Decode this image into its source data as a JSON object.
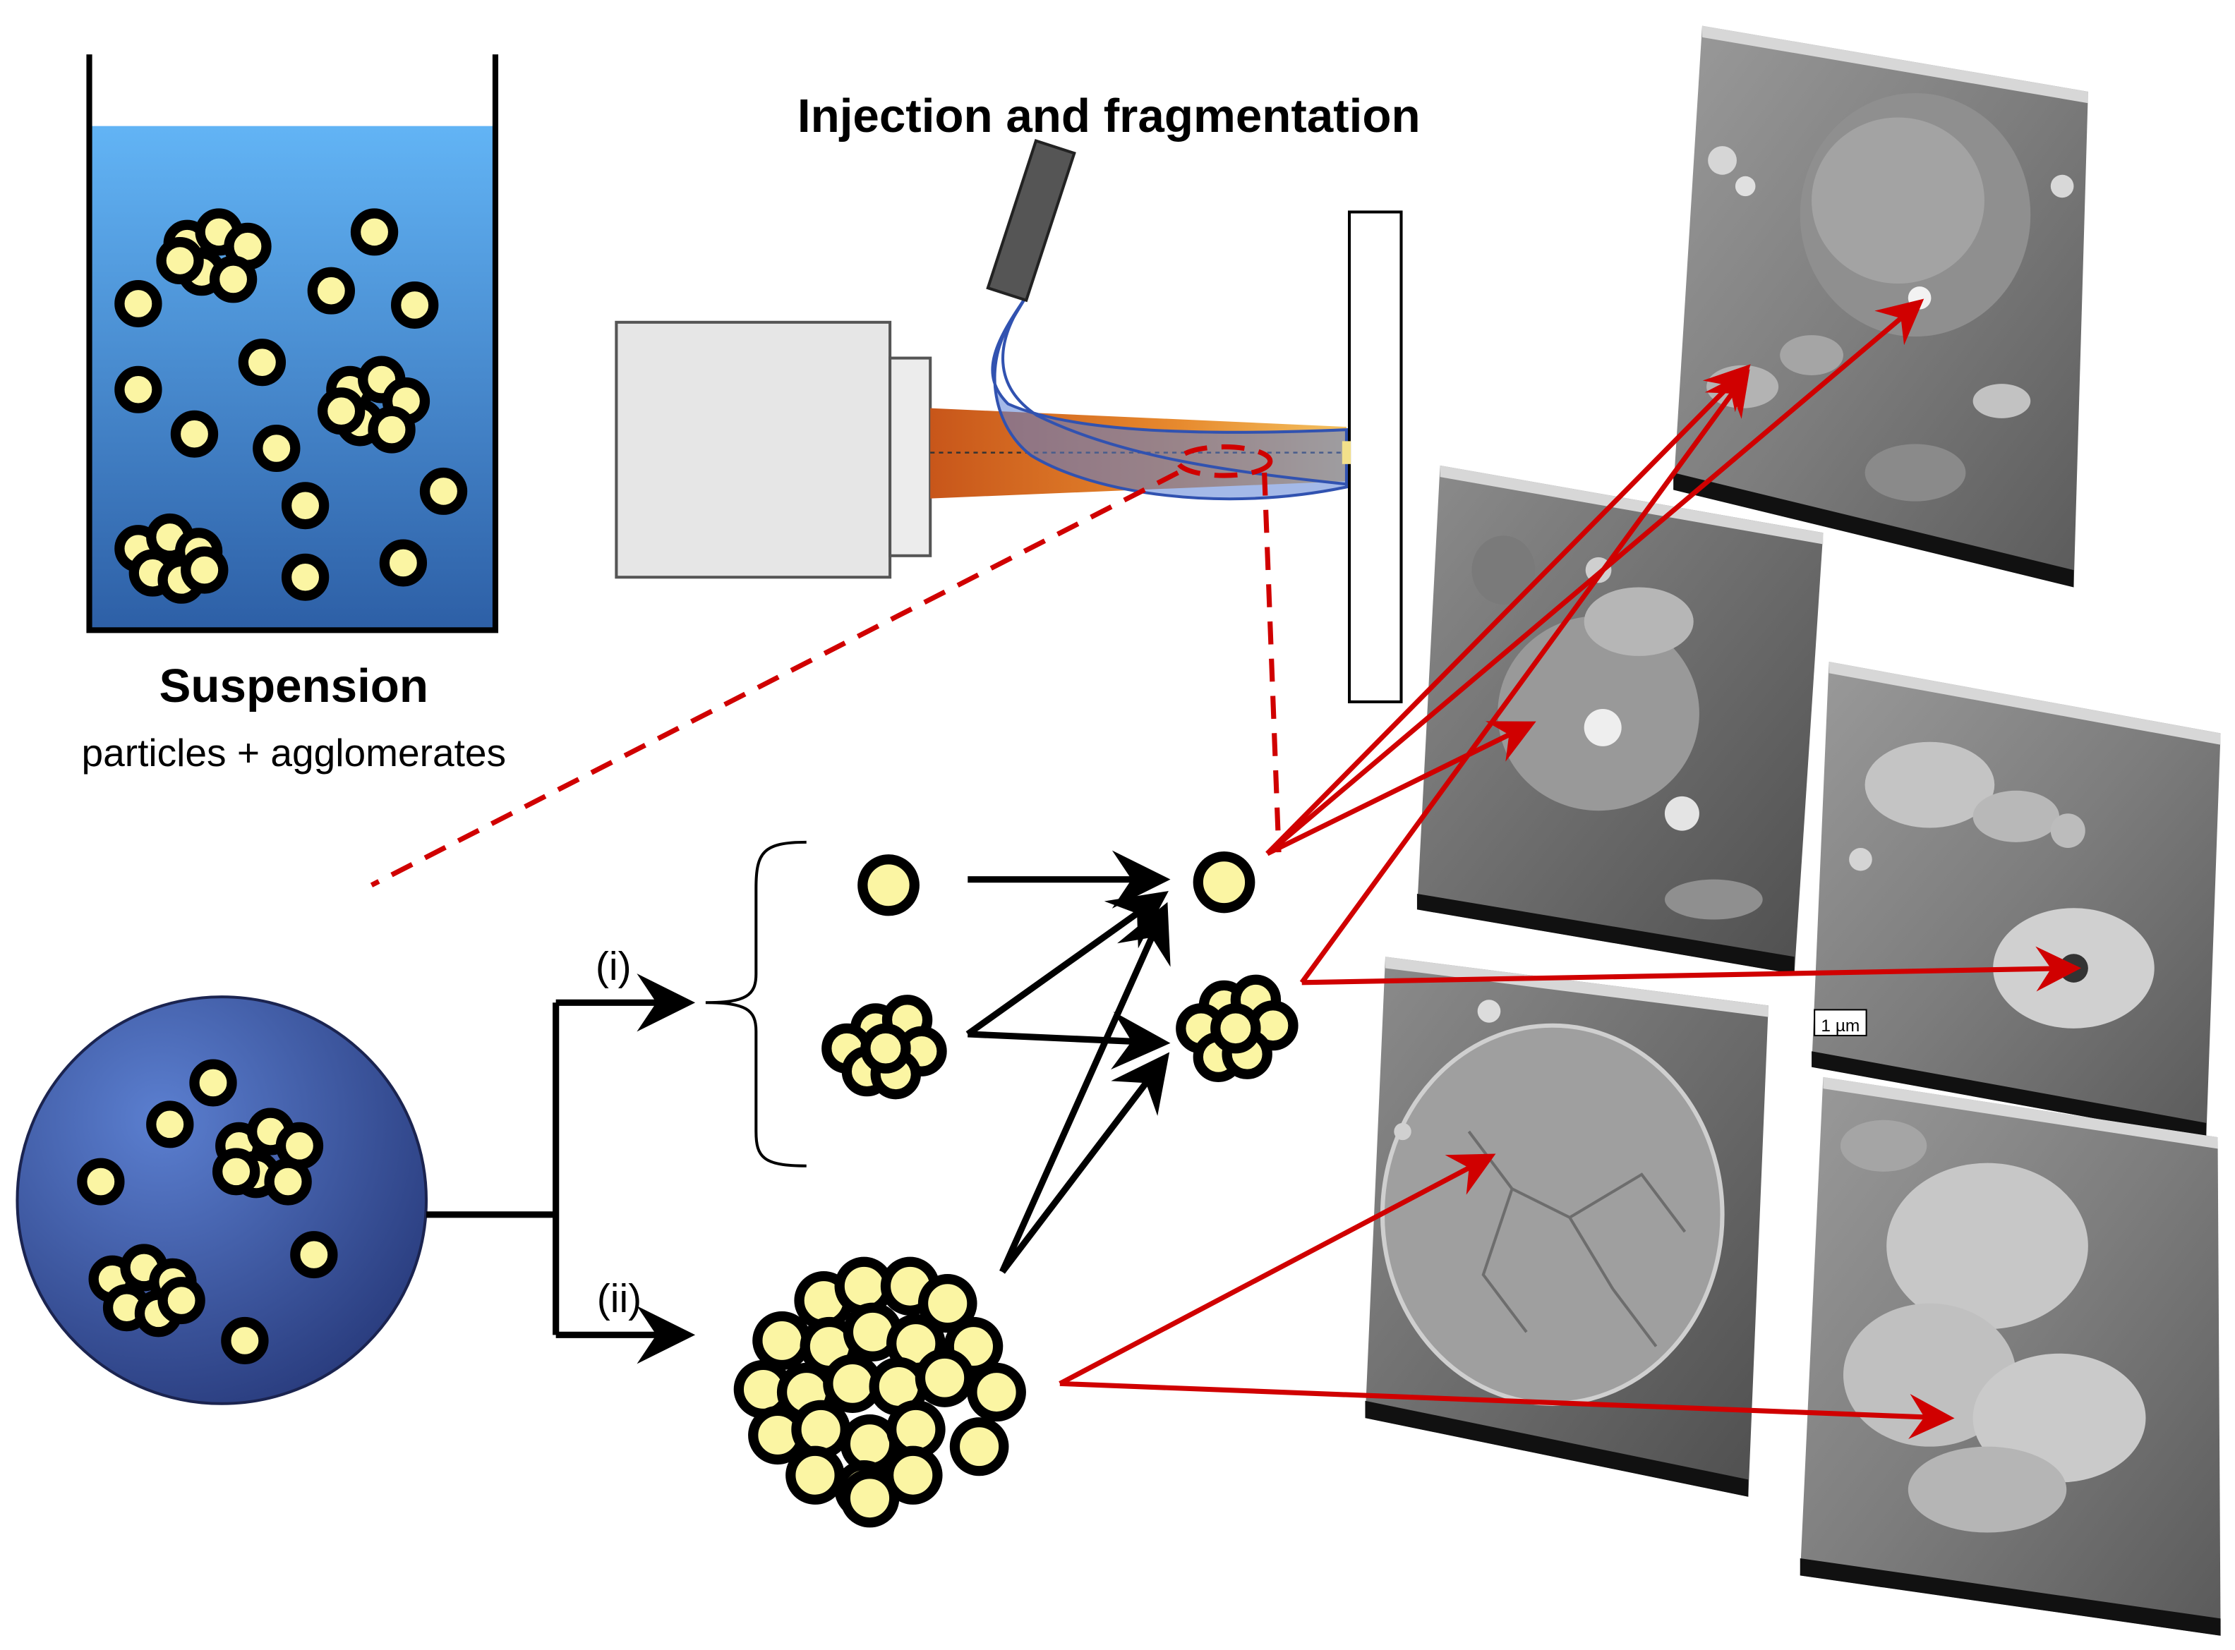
{
  "labels": {
    "injection_title": "Injection and fragmentation",
    "suspension_title": "Suspension",
    "suspension_subtitle": "particles + agglomerates",
    "branch_i": "(i)",
    "branch_ii": "(ii)",
    "scale_bar": "1 µm"
  },
  "colors": {
    "suspension_liquid_top": "#5fb0f2",
    "suspension_liquid_bottom": "#2f63a8",
    "droplet_fill": "#3a5aa8",
    "particle_fill": "#fbf5a3",
    "plasma_jet": "#d96e1f",
    "injector_stream": "#5a7fd6",
    "annotation_red": "#d00000"
  },
  "sem_panels": [
    {
      "id": "sem-panel-top",
      "content": "sem-micrograph-splat-cluster"
    },
    {
      "id": "sem-panel-middle-left",
      "content": "sem-micrograph-splats-on-granular"
    },
    {
      "id": "sem-panel-middle-right",
      "content": "sem-micrograph-agglomerate"
    },
    {
      "id": "sem-panel-bottom-left",
      "content": "sem-micrograph-large-cracked-splat"
    },
    {
      "id": "sem-panel-bottom-right",
      "content": "sem-micrograph-porous-agglomerate"
    }
  ]
}
